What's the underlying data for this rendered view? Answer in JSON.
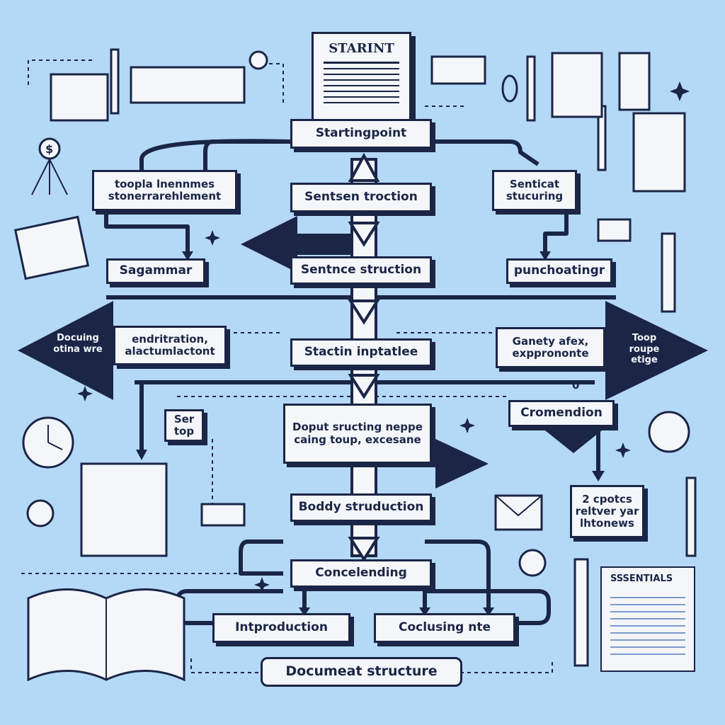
{
  "header_doc": {
    "title": "STARINT"
  },
  "nodes": {
    "starting_point": "Startingpoint",
    "left_top": "toopla lnennmes stonerrarehlement",
    "center_1": "Sentsen troction",
    "right_top": "Senticat stucuring",
    "sagammar": "Sagammar",
    "center_2": "Sentnce  struction",
    "punctuation": "punchoatingr",
    "left_mid": "endritration, alactumlactont",
    "center_3": "Stactin inptatlee",
    "right_mid": "Ganety afex, expprononte",
    "ser_top": "Ser top",
    "center_4": "Doput sructing neppe caing toup, excesane",
    "cromendion": "Cromendion",
    "body_structure": "Boddy struduction",
    "topics_note": "2 cpotcs reltver yar lhtonews",
    "concluding": "Concelending",
    "introduction": "Intproduction",
    "concluding_note": "Coclusing nte",
    "document_structure": "Documeat structure",
    "essentials": "SSSENTIALS"
  },
  "arrow_labels": {
    "left_arrow": "Docuing otina wre",
    "right_arrow": "Toop roupe etige"
  },
  "small_marks": {
    "zero": "0",
    "dollar": "$"
  },
  "colors": {
    "background": "#b4d9f7",
    "ink": "#1b2546",
    "paper": "#f4f6fa"
  }
}
